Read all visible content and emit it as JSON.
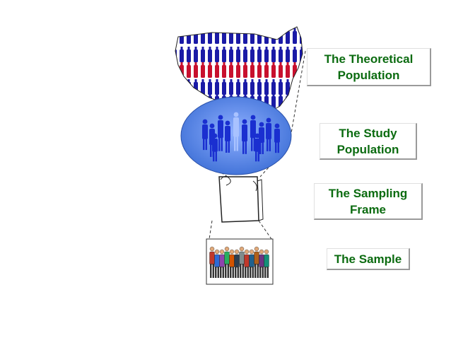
{
  "diagram": {
    "labels": {
      "theoretical_population": [
        "The Theoretical",
        "Population"
      ],
      "study_population": [
        "The Study",
        "Population"
      ],
      "sampling_frame": [
        "The Sampling",
        "Frame"
      ],
      "sample": [
        "The Sample"
      ]
    },
    "colors": {
      "label_text": "#0b6b10",
      "flag_red": "#c8102e",
      "flag_blue": "#1a1aa6",
      "ellipse_fill": "#4a7fe0",
      "ellipse_stroke": "#2a50a8",
      "crowd_blue": "#1a2fd0"
    },
    "icons": [
      "us-map-flag-icon",
      "crowd-ellipse-icon",
      "sampling-frame-box-icon",
      "people-group-icon"
    ]
  }
}
